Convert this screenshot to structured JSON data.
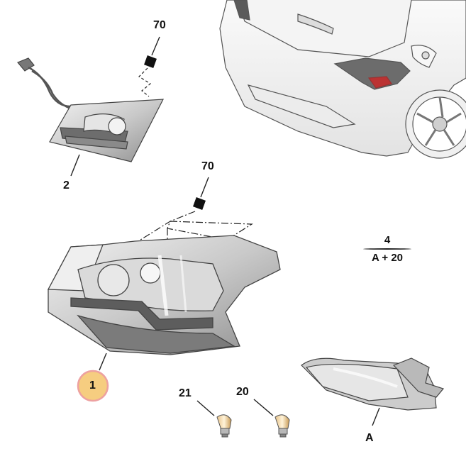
{
  "callouts": {
    "c70_top": "70",
    "c2": "2",
    "c70_mid": "70",
    "c1": "1",
    "c21": "21",
    "c20": "20",
    "cA": "A"
  },
  "note": {
    "quantity": "4",
    "applies_to": "A + 20"
  },
  "colors": {
    "highlight": "#f4c46a",
    "highlight_ring": "#e88a8a",
    "line": "#222222",
    "part_shade": "#cfcfcf"
  }
}
